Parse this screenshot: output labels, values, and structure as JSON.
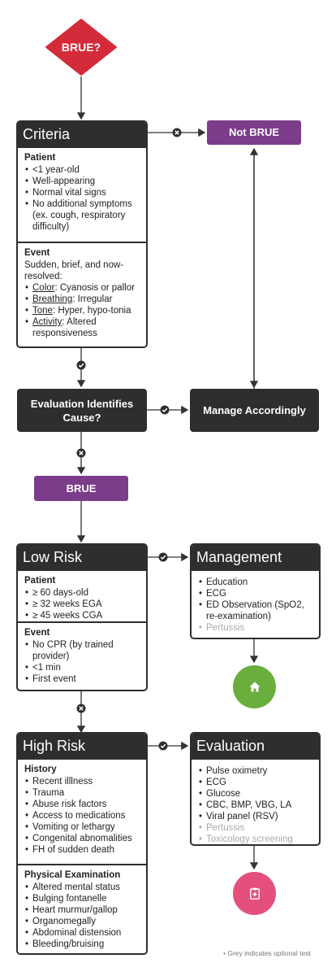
{
  "start": {
    "label": "BRUE?"
  },
  "criteria": {
    "title": "Criteria",
    "patient": {
      "heading": "Patient",
      "items": [
        "<1 year-old",
        "Well-appearing",
        "Normal vital signs",
        "No additional symptoms (ex. cough, respiratory difficulty)"
      ]
    },
    "event": {
      "heading": "Event",
      "intro": "Sudden, brief, and now-resolved:",
      "items": [
        {
          "term": "Color",
          "text": ": Cyanosis or pallor"
        },
        {
          "term": "Breathing",
          "text": ": Irregular"
        },
        {
          "term": "Tone",
          "text": ": Hyper, hypo-tonia"
        },
        {
          "term": "Activity",
          "text": ": Altered responsiveness"
        }
      ]
    }
  },
  "not_brue": {
    "label": "Not BRUE"
  },
  "evaluation_cause": {
    "label": "Evaluation Identifies Cause?"
  },
  "manage": {
    "label": "Manage Accordingly"
  },
  "brue": {
    "label": "BRUE"
  },
  "low_risk": {
    "title": "Low Risk",
    "patient": {
      "heading": "Patient",
      "items": [
        "≥ 60 days-old",
        "≥ 32 weeks EGA",
        "≥ 45 weeks CGA"
      ]
    },
    "event": {
      "heading": "Event",
      "items": [
        "No CPR (by trained provider)",
        "<1 min",
        "First event"
      ]
    }
  },
  "management": {
    "title": "Management",
    "items": [
      {
        "text": "Education",
        "optional": false
      },
      {
        "text": "ECG",
        "optional": false
      },
      {
        "text": "ED Observation (SpO2, re-examination)",
        "optional": false
      },
      {
        "text": "Pertussis",
        "optional": true
      }
    ]
  },
  "high_risk": {
    "title": "High Risk",
    "history": {
      "heading": "History",
      "items": [
        "Recent illlness",
        "Trauma",
        "Abuse risk factors",
        "Access to medications",
        "Vomiting or lethargy",
        "Congenital abnomalities",
        "FH of sudden death"
      ]
    },
    "exam": {
      "heading": "Physical Examination",
      "items": [
        "Altered mental status",
        "Bulging fontanelle",
        "Heart murmur/gallop",
        "Organomegally",
        "Abdominal distension",
        "Bleeding/bruising"
      ]
    }
  },
  "evaluation": {
    "title": "Evaluation",
    "items": [
      {
        "text": "Pulse oximetry",
        "optional": false
      },
      {
        "text": "ECG",
        "optional": false
      },
      {
        "text": "Glucose",
        "optional": false
      },
      {
        "text": "CBC, BMP, VBG, LA",
        "optional": false
      },
      {
        "text": "Viral panel (RSV)",
        "optional": false
      },
      {
        "text": "Pertussis",
        "optional": true
      },
      {
        "text": "Toxicology screening",
        "optional": true
      }
    ]
  },
  "icons": {
    "home": "home-icon",
    "hospital": "clipboard-icon",
    "yes": "check-icon",
    "no": "x-icon"
  },
  "colors": {
    "dark": "#2e2e2e",
    "purple": "#7b3c8a",
    "red": "#d42b3a",
    "green": "#6aae3e",
    "pink": "#e4507b",
    "grey_text": "#aaaaaa"
  },
  "footnote": "• Grey indicates optional test"
}
